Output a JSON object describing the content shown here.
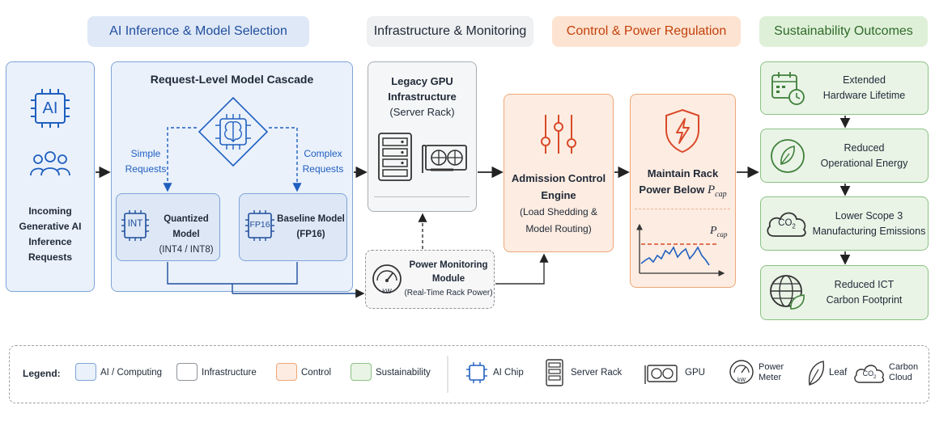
{
  "headers": {
    "ai": "AI Inference & Model Selection",
    "infra": "Infrastructure & Monitoring",
    "control": "Control & Power Regulation",
    "sustain": "Sustainability Outcomes"
  },
  "incoming": {
    "chip_label": "AI",
    "line1": "Incoming",
    "line2": "Generative AI",
    "line3": "Inference Requests"
  },
  "cascade": {
    "title": "Request-Level Model Cascade",
    "simple1": "Simple",
    "simple2": "Requests",
    "complex1": "Complex",
    "complex2": "Requests",
    "quant": {
      "badge": "INT",
      "line1": "Quantized Model",
      "line2": "(INT4 / INT8)"
    },
    "base": {
      "badge": "FP16",
      "line1": "Baseline Model",
      "line2": "(FP16)"
    }
  },
  "legacy": {
    "line1": "Legacy GPU",
    "line2": "Infrastructure",
    "line3": "(Server Rack)"
  },
  "monitor": {
    "line1": "Power Monitoring",
    "line2": "Module",
    "line3": "(Real-Time Rack Power)",
    "gauge_unit": "kW"
  },
  "admission": {
    "line1": "Admission Control",
    "line2": "Engine",
    "line3": "(Load Shedding &",
    "line4": "Model Routing)"
  },
  "rack_power": {
    "line1": "Maintain Rack",
    "line2": "Power Below",
    "cap_symbol": "P",
    "cap_sub": "cap"
  },
  "outcomes": [
    {
      "line1": "Extended",
      "line2": "Hardware Lifetime"
    },
    {
      "line1": "Reduced",
      "line2": "Operational Energy"
    },
    {
      "line1": "Lower Scope 3",
      "line2": "Manufacturing Emissions",
      "icon_text": "CO",
      "icon_sub": "2"
    },
    {
      "line1": "Reduced ICT",
      "line2": "Carbon Footprint"
    }
  ],
  "legend": {
    "title": "Legend:",
    "ai": "AI / Computing",
    "infra": "Infrastructure",
    "control": "Control",
    "sustain": "Sustainability",
    "chip": "AI Chip",
    "rack": "Server Rack",
    "gpu": "GPU",
    "meter1": "Power",
    "meter2": "Meter",
    "meter_unit": "kW",
    "leaf": "Leaf",
    "cloud1": "Carbon",
    "cloud2": "Cloud",
    "cloud_text": "CO",
    "cloud_sub": "2"
  },
  "colors": {
    "blue": "#1f5fbf",
    "red": "#d94a2a",
    "green": "#3f7f3a",
    "header_blue_bg": "#dfe8f7",
    "header_orange_bg": "#fde3d1",
    "header_green_bg": "#dff0d8"
  }
}
